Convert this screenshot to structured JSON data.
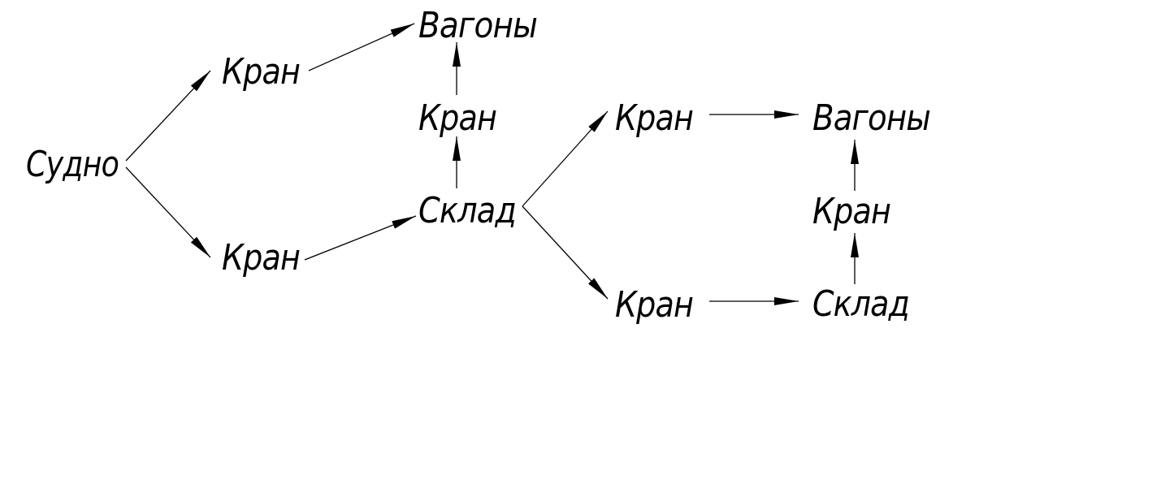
{
  "nodes": [
    {
      "id": "n1",
      "label": "Судно"
    },
    {
      "id": "n2",
      "label": "Кран"
    },
    {
      "id": "n3",
      "label": "Кран"
    },
    {
      "id": "n4",
      "label": "Вагоны"
    },
    {
      "id": "n5",
      "label": "Кран"
    },
    {
      "id": "n6",
      "label": "Склад"
    },
    {
      "id": "n7",
      "label": "Кран"
    },
    {
      "id": "n8",
      "label": "Кран"
    },
    {
      "id": "n9",
      "label": "Вагоны"
    },
    {
      "id": "n10",
      "label": "Кран"
    },
    {
      "id": "n11",
      "label": "Склад"
    }
  ],
  "edges": [
    {
      "from": "n1",
      "to": "n2"
    },
    {
      "from": "n1",
      "to": "n3"
    },
    {
      "from": "n2",
      "to": "n4"
    },
    {
      "from": "n3",
      "to": "n6"
    },
    {
      "from": "n6",
      "to": "n5"
    },
    {
      "from": "n5",
      "to": "n4"
    },
    {
      "from": "n6",
      "to": "n7"
    },
    {
      "from": "n6",
      "to": "n8"
    },
    {
      "from": "n7",
      "to": "n9"
    },
    {
      "from": "n8",
      "to": "n11"
    },
    {
      "from": "n11",
      "to": "n10"
    },
    {
      "from": "n10",
      "to": "n9"
    }
  ],
  "colors": {
    "background": "#ffffff",
    "line": "#000000",
    "text": "#000000"
  }
}
